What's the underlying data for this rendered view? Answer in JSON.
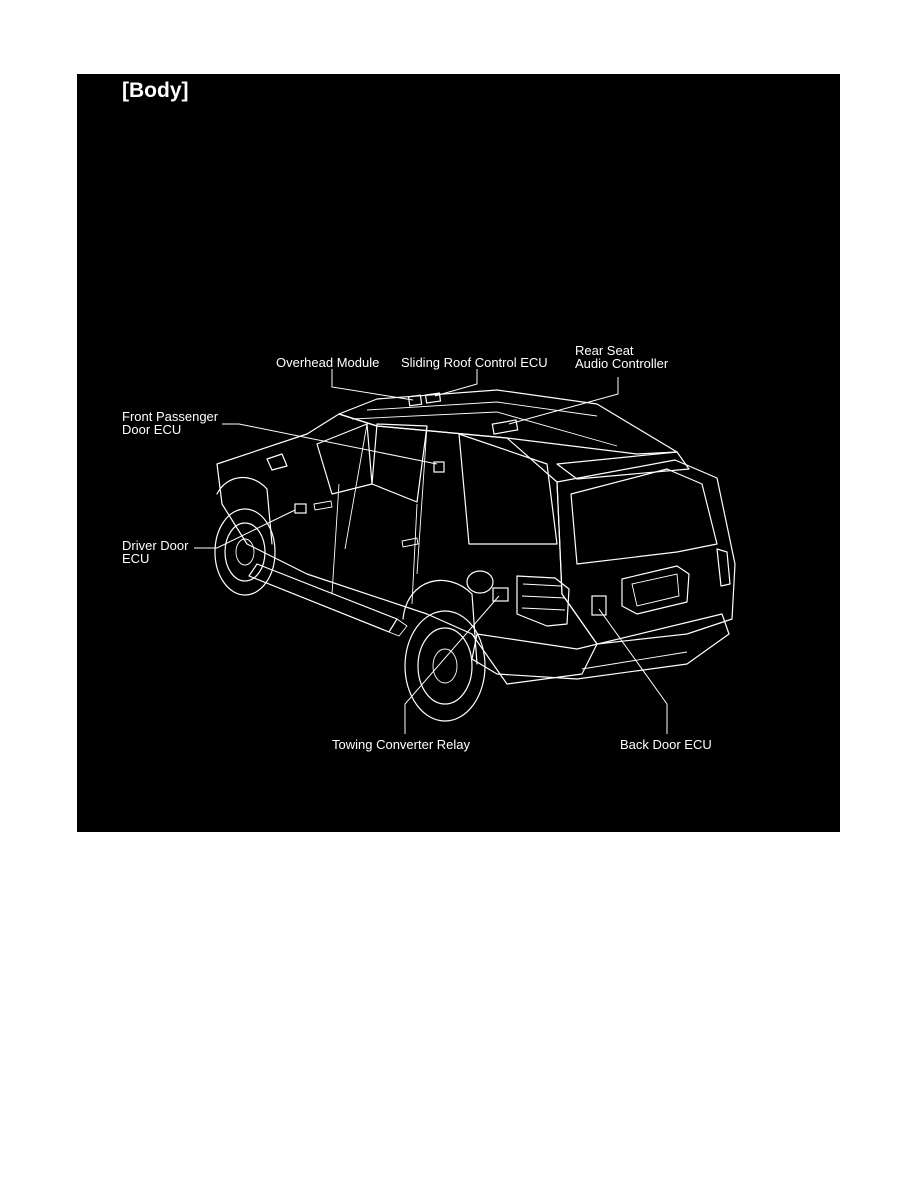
{
  "figure": {
    "title": "[Body]",
    "background_color": "#000000",
    "line_color": "#ffffff",
    "components": [
      {
        "id": "overhead_module",
        "lines": [
          "Overhead Module"
        ]
      },
      {
        "id": "sliding_roof_control_ecu",
        "lines": [
          "Sliding Roof Control ECU"
        ]
      },
      {
        "id": "rear_seat_audio_controller",
        "lines": [
          "Rear Seat",
          "Audio Controller"
        ]
      },
      {
        "id": "front_passenger_door_ecu",
        "lines": [
          "Front Passenger",
          "Door ECU"
        ]
      },
      {
        "id": "driver_door_ecu",
        "lines": [
          "Driver Door",
          "ECU"
        ]
      },
      {
        "id": "towing_converter_relay",
        "lines": [
          "Towing Converter Relay"
        ]
      },
      {
        "id": "back_door_ecu",
        "lines": [
          "Back Door ECU"
        ]
      }
    ]
  }
}
